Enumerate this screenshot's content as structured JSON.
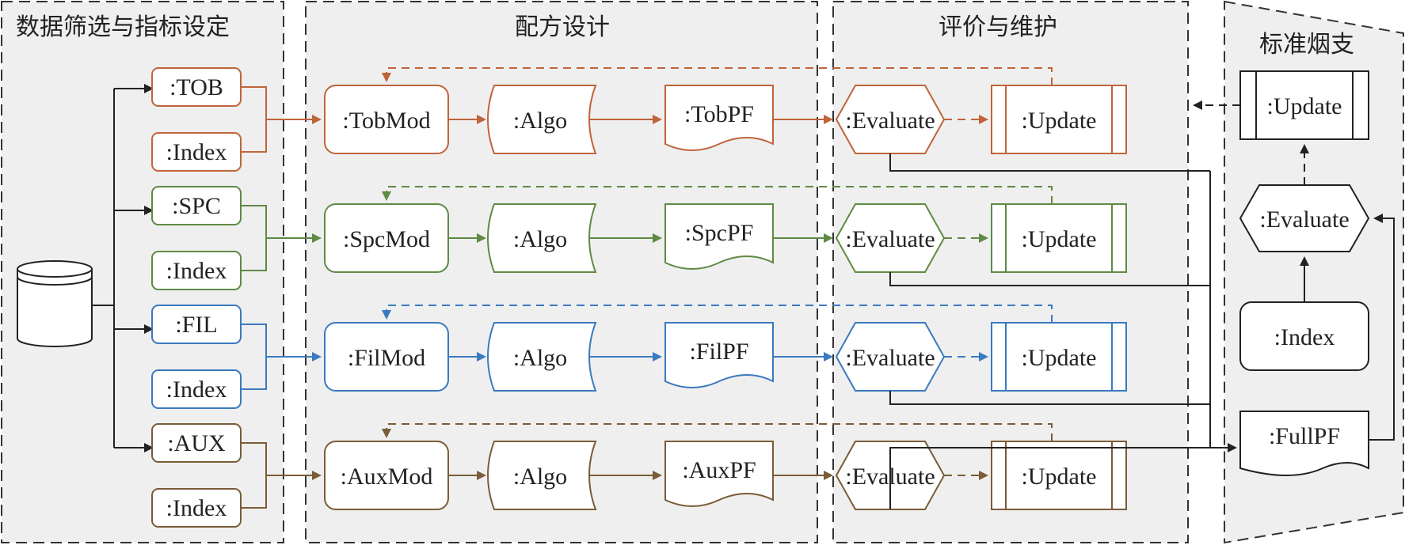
{
  "panels": {
    "data_selection": "数据筛选与指标设定",
    "formula_design": "配方设计",
    "evaluation_maintenance": "评价与维护",
    "standard_cigarette": "标准烟支"
  },
  "colors": {
    "tob": "#c0643a",
    "spc": "#5f8a44",
    "fil": "#3a7abf",
    "aux": "#7a5c38",
    "neutral": "#222222"
  },
  "rows": [
    {
      "key": "tob",
      "source": ":TOB",
      "index": ":Index",
      "model": ":TobMod",
      "algo": ":Algo",
      "pf": ":TobPF",
      "evaluate": ":Evaluate",
      "update": ":Update"
    },
    {
      "key": "spc",
      "source": ":SPC",
      "index": ":Index",
      "model": ":SpcMod",
      "algo": ":Algo",
      "pf": ":SpcPF",
      "evaluate": ":Evaluate",
      "update": ":Update"
    },
    {
      "key": "fil",
      "source": ":FIL",
      "index": ":Index",
      "model": ":FilMod",
      "algo": ":Algo",
      "pf": ":FilPF",
      "evaluate": ":Evaluate",
      "update": ":Update"
    },
    {
      "key": "aux",
      "source": ":AUX",
      "index": ":Index",
      "model": ":AuxMod",
      "algo": ":Algo",
      "pf": ":AuxPF",
      "evaluate": ":Evaluate",
      "update": ":Update"
    }
  ],
  "standard": {
    "update": ":Update",
    "evaluate": ":Evaluate",
    "index": ":Index",
    "full_pf": ":FullPF"
  }
}
